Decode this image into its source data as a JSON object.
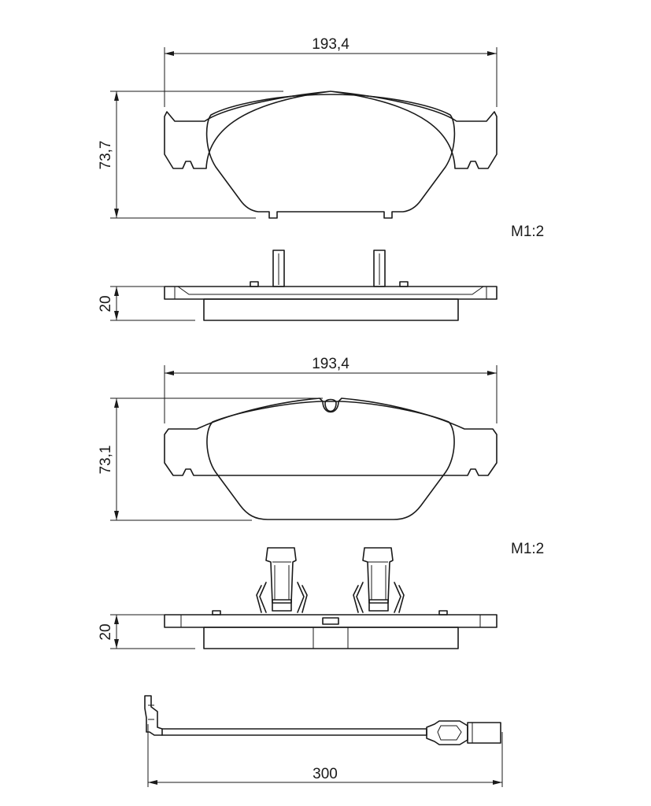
{
  "dimensions": {
    "pad1_width": "193,4",
    "pad1_height": "73,7",
    "pad1_thickness": "20",
    "pad2_width": "193,4",
    "pad2_height": "73,1",
    "pad2_thickness": "20",
    "sensor_length": "300"
  },
  "scale": {
    "upper": "M1:2",
    "lower": "M1:2"
  }
}
